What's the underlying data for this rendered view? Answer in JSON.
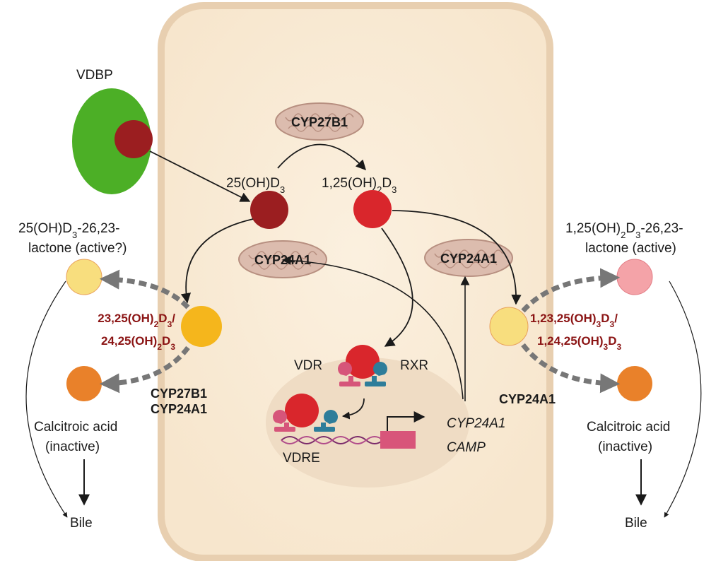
{
  "labels": {
    "vdbp": "VDBP",
    "d25": "25(OH)D",
    "d25_sub3": "3",
    "d125_a": "1,25(OH)",
    "d125_sub2": "2",
    "d125_b": "D",
    "d125_sub3": "3",
    "lactone_left_l1_a": "25(OH)D",
    "lactone_left_l1_sub": "3",
    "lactone_left_l1_b": "-26,23-",
    "lactone_left_l2": "lactone (active?)",
    "lactone_right_l1_a": "1,25(OH)",
    "lactone_right_l1_sub2": "2",
    "lactone_right_l1_b": "D",
    "lactone_right_l1_sub3": "3",
    "lactone_right_l1_c": "-26,23-",
    "lactone_right_l2": "lactone (active)",
    "calc_left_l1": "Calcitroic acid",
    "calc_left_l2": "(inactive)",
    "calc_right_l1": "Calcitroic acid",
    "calc_right_l2": "(inactive)",
    "bile_left": "Bile",
    "bile_right": "Bile",
    "vdr": "VDR",
    "rxr": "RXR",
    "vdre": "VDRE",
    "gene1": "CYP24A1",
    "gene2": "CAMP"
  },
  "metabolites": {
    "left_l1_a": "23,25(OH)",
    "left_l1_sub2": "2",
    "left_l1_b": "D",
    "left_l1_sub3": "3",
    "left_l1_c": "/",
    "left_l2_a": "24,25(OH)",
    "left_l2_sub2": "2",
    "left_l2_b": "D",
    "left_l2_sub3": "3",
    "right_l1_a": "1,23,25(OH)",
    "right_l1_sub3a": "3",
    "right_l1_b": "D",
    "right_l1_sub3b": "3",
    "right_l1_c": "/",
    "right_l2_a": "1,24,25(OH)",
    "right_l2_sub3a": "3",
    "right_l2_b": "D",
    "right_l2_sub3b": "3"
  },
  "enzymes": {
    "mito_top": "CYP27B1",
    "mito_left": "CYP24A1",
    "mito_right": "CYP24A1",
    "left_bottom_1": "CYP27B1",
    "left_bottom_2": "CYP24A1",
    "right_bottom": "CYP24A1"
  },
  "colors": {
    "cell_fill": "#faecd8",
    "cell_stroke": "#e8cfb0",
    "nucleus": "#efdcc4",
    "vdbp_green": "#4caf26",
    "dark_red": "#9b1e20",
    "red": "#d9262c",
    "pink": "#f4a3a8",
    "light_yellow": "#f8de7e",
    "yellow_orange": "#f5b61c",
    "orange": "#e9812a",
    "mito_fill": "#dcbcae",
    "mito_stroke": "#b78f80",
    "vdr_pink": "#d6557a",
    "rxr_teal": "#2e7d9a",
    "promoter_pink": "#d8557a",
    "metabolite_text": "#8b1414",
    "dashed_arrow": "#777777"
  }
}
